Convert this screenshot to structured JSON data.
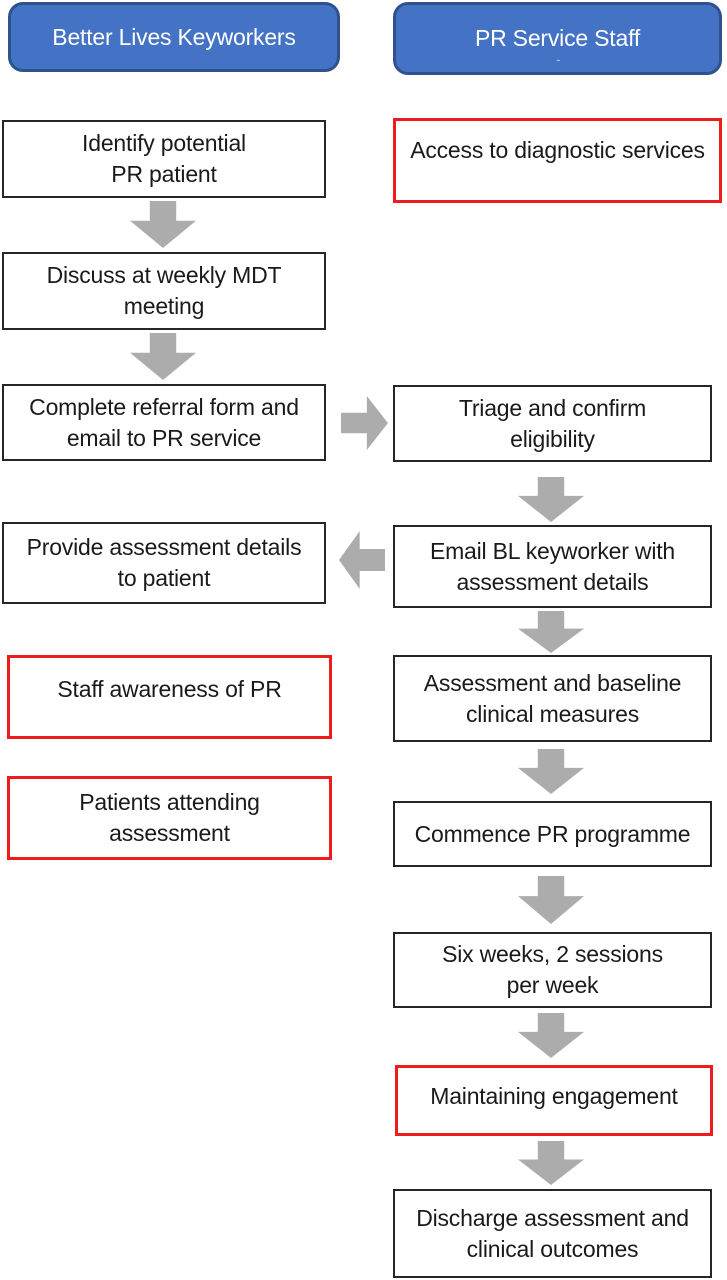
{
  "colors": {
    "header_fill": "#4472C4",
    "header_border": "#2F528F",
    "header_text": "#FFFFFF",
    "node_border": "#262626",
    "outcome_border": "#EE1C1C",
    "arrow_fill": "#ACACAC",
    "node_text": "#1A1A1A",
    "background": "#FFFFFF"
  },
  "headers": {
    "left": {
      "label": "Better Lives Keyworkers"
    },
    "right": {
      "label": "PR Service Staff",
      "stray_mark": "-"
    }
  },
  "nodes": {
    "identify": {
      "text": "Identify potential\nPR patient"
    },
    "discuss": {
      "text": "Discuss at weekly MDT\nmeeting"
    },
    "referral": {
      "text": "Complete referral form and\nemail to PR service"
    },
    "provide": {
      "text": "Provide assessment details\nto patient"
    },
    "staff_awareness": {
      "text": "Staff awareness of PR"
    },
    "patients_attending": {
      "text": "Patients attending\nassessment"
    },
    "access": {
      "text": "Access to diagnostic services"
    },
    "triage": {
      "text": "Triage and confirm\neligibility"
    },
    "email_bl": {
      "text": "Email BL keyworker with\nassessment details"
    },
    "assessment": {
      "text": "Assessment and baseline\nclinical measures"
    },
    "commence": {
      "text": "Commence PR programme"
    },
    "six_weeks": {
      "text": "Six weeks, 2 sessions\nper week"
    },
    "maintaining": {
      "text": "Maintaining engagement"
    },
    "discharge": {
      "text": "Discharge assessment and\nclinical outcomes"
    }
  }
}
